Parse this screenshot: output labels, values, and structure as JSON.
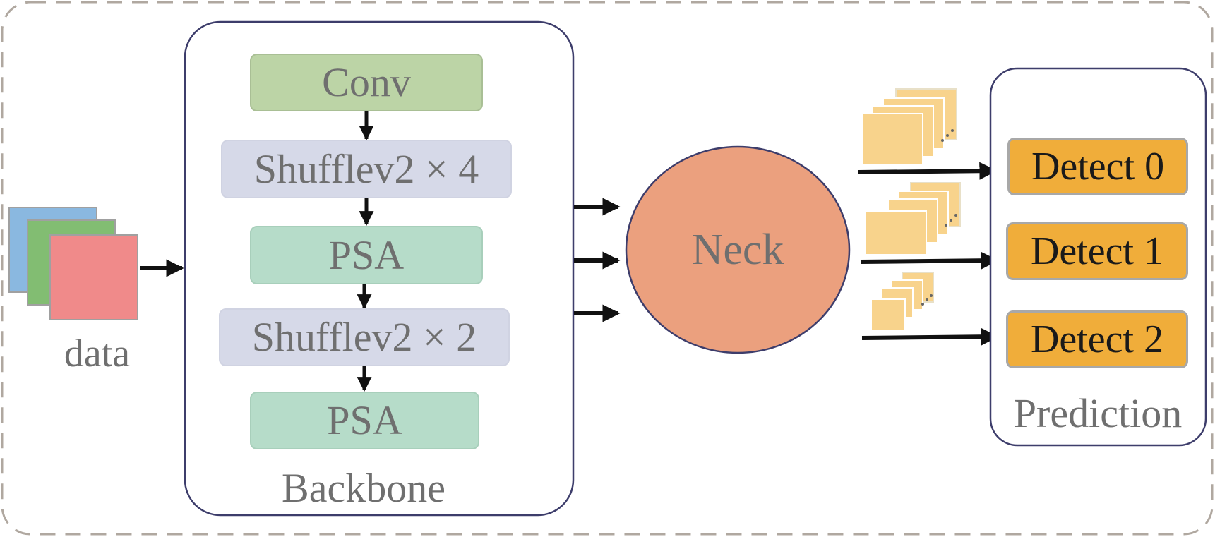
{
  "input": {
    "label": "data"
  },
  "backbone": {
    "title": "Backbone",
    "blocks": [
      {
        "label": "Conv"
      },
      {
        "label": "Shufflev2 × 4"
      },
      {
        "label": "PSA"
      },
      {
        "label": "Shufflev2 × 2"
      },
      {
        "label": "PSA"
      }
    ]
  },
  "neck": {
    "label": "Neck"
  },
  "prediction": {
    "title": "Prediction",
    "heads": [
      {
        "label": "Detect 0"
      },
      {
        "label": "Detect 1"
      },
      {
        "label": "Detect 2"
      }
    ]
  },
  "colors": {
    "input_blue": "#8ab8e0",
    "input_green": "#82bd72",
    "input_red": "#f08a8a",
    "conv": "#bcd4a6",
    "shuffle": "#d6d9e8",
    "psa": "#b6dcc9",
    "neck": "#eba07e",
    "detect": "#f0ad3a",
    "feature_map": "#f8d38c",
    "container_border": "#3d3d6b",
    "outer_dashed_border": "#b0a8a0"
  }
}
